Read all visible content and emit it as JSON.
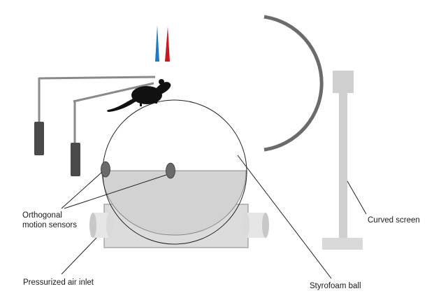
{
  "labels": {
    "sensors_line1": "Orthogonal",
    "sensors_line2": "motion sensors",
    "air_inlet": "Pressurized air inlet",
    "ball": "Styrofoam ball",
    "screen": "Curved screen"
  },
  "colors": {
    "electrode_blue": "#1f78c8",
    "electrode_red": "#c8181e",
    "ball_cup": "#d4d4d4",
    "chamber": "#dcdcdc",
    "screen_arc": "#6b6b6b",
    "stand": "#c9c9c9",
    "mouse": "#111111"
  }
}
